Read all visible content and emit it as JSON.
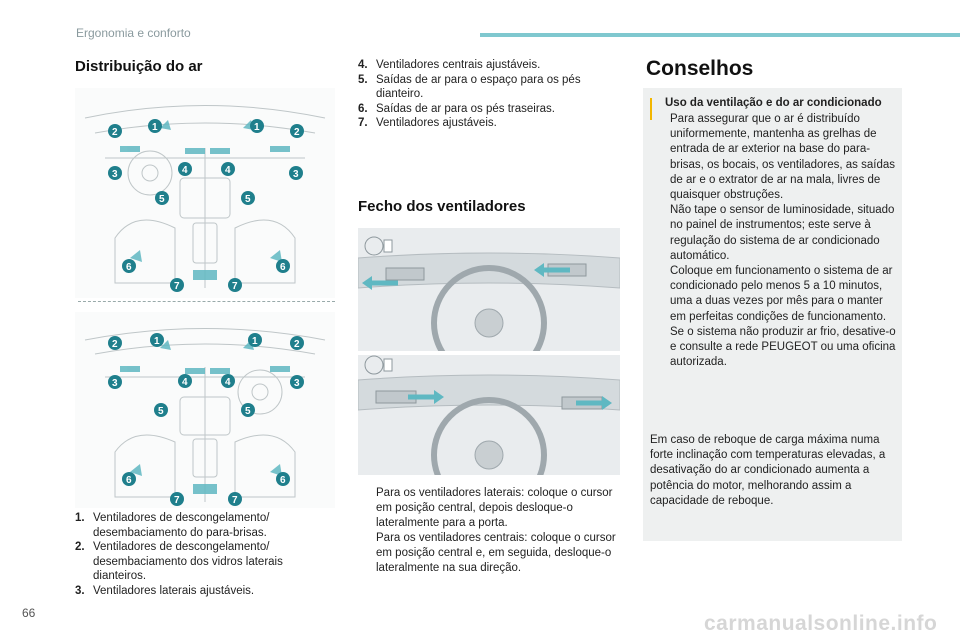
{
  "header": {
    "section": "Ergonomia e conforto"
  },
  "page_number": "66",
  "watermark": "carmanualsonline.info",
  "air_distribution": {
    "title": "Distribuição do ar",
    "legend_left": [
      {
        "num": "1.",
        "text": "Ventiladores de descongelamento/ desembaciamento do para-brisas."
      },
      {
        "num": "2.",
        "text": "Ventiladores de descongelamento/ desembaciamento dos vidros laterais dianteiros."
      },
      {
        "num": "3.",
        "text": "Ventiladores laterais ajustáveis."
      }
    ],
    "legend_right": [
      {
        "num": "4.",
        "text": "Ventiladores centrais ajustáveis."
      },
      {
        "num": "5.",
        "text": "Saídas de ar para o espaço para os pés dianteiro."
      },
      {
        "num": "6.",
        "text": "Saídas de ar para os pés traseiras."
      },
      {
        "num": "7.",
        "text": "Ventiladores ajustáveis."
      }
    ]
  },
  "vent_closing": {
    "title": "Fecho dos ventiladores",
    "bullet_mark": "",
    "bullets": [
      "Para os ventiladores laterais: coloque o cursor em posição central, depois desloque-o lateralmente para a porta.",
      "Para os ventiladores centrais: coloque o cursor em posição central e, em seguida, desloque-o lateralmente na sua direção."
    ]
  },
  "advice": {
    "title": "Conselhos",
    "box_heading": "Uso da ventilação e do ar condicionado",
    "bullet_mark": "",
    "bullets": [
      "Para assegurar que o ar é distribuído uniformemente, mantenha as grelhas de entrada de ar exterior na base do para-brisas, os bocais, os ventiladores, as saídas de ar e o extrator de ar na mala, livres de quaisquer obstruções.",
      "Não tape o sensor de luminosidade, situado no painel de instrumentos; este serve à regulação do sistema de ar condicionado automático.",
      "Coloque em funcionamento o sistema de ar condicionado pelo menos 5 a 10 minutos, uma a duas vezes por mês para o manter em perfeitas condições de funcionamento.",
      "Se o sistema não produzir ar frio, desative-o e consulte a rede PEUGEOT ou uma oficina autorizada."
    ],
    "paragraph": "Em caso de reboque de carga máxima numa forte inclinação com temperaturas elevadas, a desativação do ar condicionado aumenta a potência do motor, melhorando assim a capacidade de reboque."
  },
  "diagram_badges": [
    "1",
    "2",
    "3",
    "4",
    "5",
    "6",
    "7"
  ],
  "colors": {
    "accent_teal": "#1f7f8c",
    "header_line": "#7fc8cf",
    "tip_bar": "#f2b600",
    "airflow": "#5fb8c2"
  }
}
